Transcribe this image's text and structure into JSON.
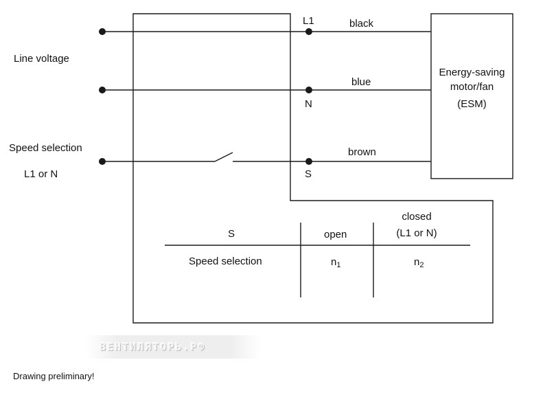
{
  "left_labels": {
    "line_voltage": "Line voltage",
    "speed_selection": "Speed selection",
    "l1_or_n": "L1 or N"
  },
  "terminals": {
    "l1": "L1",
    "n": "N",
    "s": "S"
  },
  "wires": {
    "black": "black",
    "blue": "blue",
    "brown": "brown"
  },
  "motor": {
    "line1": "Energy-saving",
    "line2": "motor/fan",
    "line3": "(ESM)"
  },
  "table": {
    "header_s": "S",
    "header_open": "open",
    "header_closed_line1": "closed",
    "header_closed_line2": "(L1 or N)",
    "row_label": "Speed selection",
    "n1_base": "n",
    "n1_sub": "1",
    "n2_base": "n",
    "n2_sub": "2"
  },
  "watermark": "ВЕНТИЛЯТОРЬ.РФ",
  "footer_note": "Drawing preliminary!",
  "colors": {
    "line": "#1a1a1a",
    "background": "#ffffff"
  }
}
